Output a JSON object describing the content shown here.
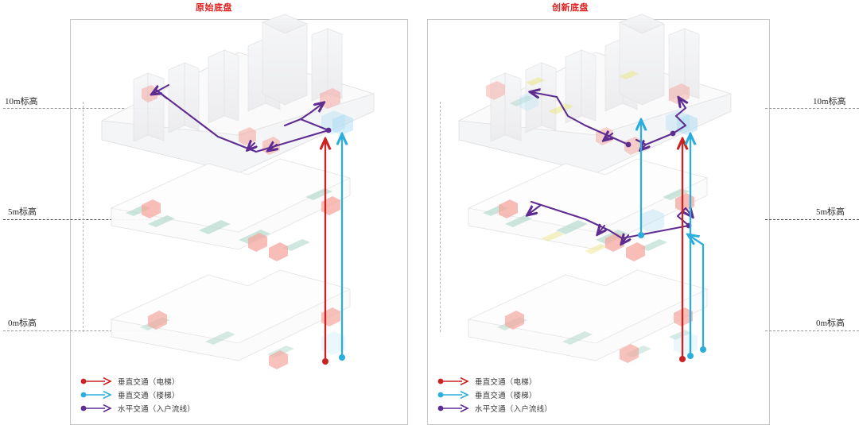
{
  "panels": [
    {
      "id": "left",
      "title": "原始底盘",
      "elevations": [
        {
          "label": "10m标高",
          "value_m": 10
        },
        {
          "label": "5m标高",
          "value_m": 5
        },
        {
          "label": "0m标高",
          "value_m": 0
        }
      ],
      "legend": [
        {
          "label": "垂直交通（电梯）",
          "color": "#cc2222",
          "icon": "arrow-right-icon"
        },
        {
          "label": "垂直交通（楼梯）",
          "color": "#2badde",
          "icon": "arrow-right-icon"
        },
        {
          "label": "水平交通（入户流线）",
          "color": "#5f2d91",
          "icon": "arrow-right-icon"
        }
      ]
    },
    {
      "id": "right",
      "title": "创新底盘",
      "elevations": [
        {
          "label": "10m标高",
          "value_m": 10
        },
        {
          "label": "5m标高",
          "value_m": 5
        },
        {
          "label": "0m标高",
          "value_m": 0
        }
      ],
      "legend": [
        {
          "label": "垂直交通（电梯）",
          "color": "#cc2222",
          "icon": "arrow-right-icon"
        },
        {
          "label": "垂直交通（楼梯）",
          "color": "#2badde",
          "icon": "arrow-right-icon"
        },
        {
          "label": "水平交通（入户流线）",
          "color": "#5f2d91",
          "icon": "arrow-right-icon"
        }
      ]
    }
  ],
  "colors": {
    "elevator_red": "#cc2222",
    "stair_blue": "#2badde",
    "circulation_purple": "#5f2d91",
    "unit_salmon": "#f4a39a",
    "landscape_teal": "#a9d5c6",
    "massing_grey": "#e9e9e9",
    "title_red": "#e02020",
    "frame_grey": "#c6c6c6"
  }
}
